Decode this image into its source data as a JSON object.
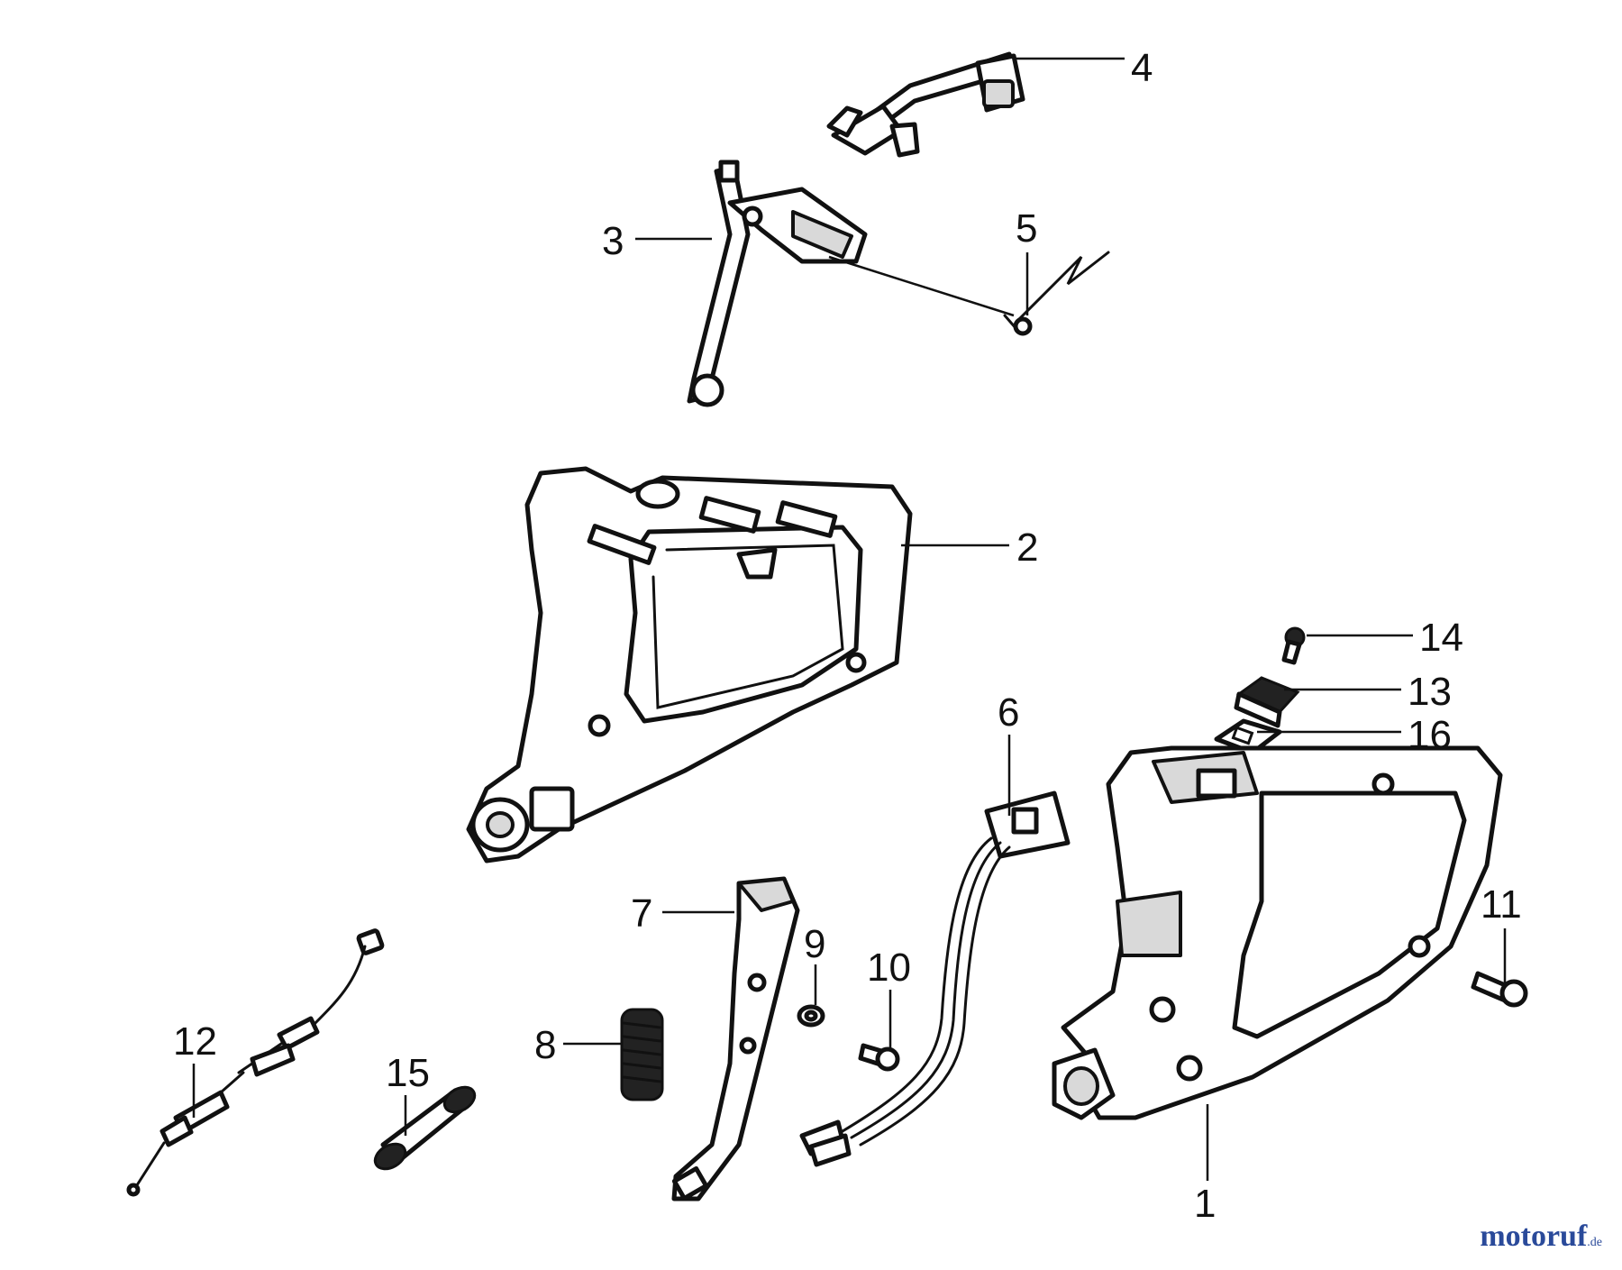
{
  "callouts": {
    "c1": "1",
    "c2": "2",
    "c3": "3",
    "c4": "4",
    "c5": "5",
    "c6": "6",
    "c7": "7",
    "c8": "8",
    "c9": "9",
    "c10": "10",
    "c11": "11",
    "c12": "12",
    "c13": "13",
    "c14": "14",
    "c15": "15",
    "c16": "16"
  },
  "watermark": {
    "brand": "motoruf",
    "suffix": ".de"
  }
}
